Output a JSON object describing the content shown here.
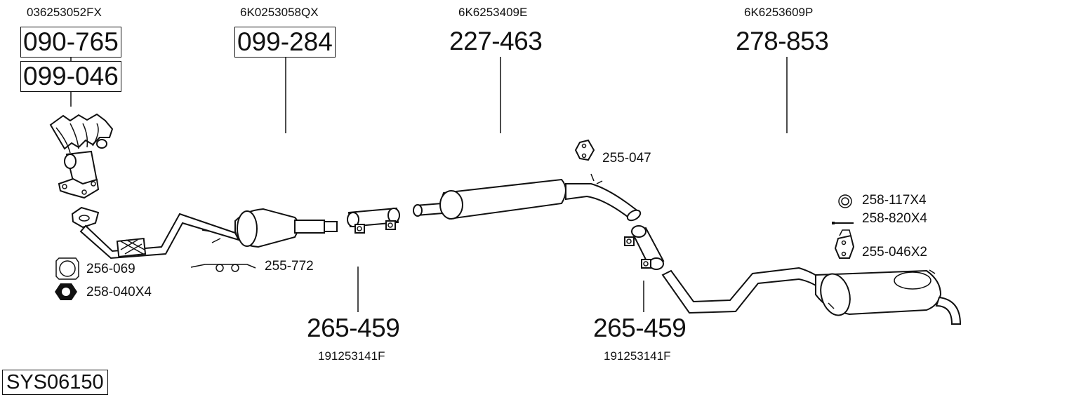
{
  "diagram": {
    "type": "exhaust-system-parts-diagram",
    "system_code": "SYS06150",
    "components": [
      {
        "id": "manifold-catalyst",
        "oem": "036253052FX",
        "part_numbers": [
          "090-765",
          "099-046"
        ],
        "boxed": true
      },
      {
        "id": "front-pipe-catalyst",
        "oem": "6K0253058QX",
        "part_numbers": [
          "099-284"
        ],
        "boxed": true
      },
      {
        "id": "middle-silencer",
        "oem": "6K6253409E",
        "part_numbers": [
          "227-463"
        ],
        "boxed": false
      },
      {
        "id": "rear-silencer",
        "oem": "6K6253609P",
        "part_numbers": [
          "278-853"
        ],
        "boxed": false
      },
      {
        "id": "clamp-1",
        "oem": "191253141F",
        "part_numbers": [
          "265-459"
        ],
        "boxed": false
      },
      {
        "id": "clamp-2",
        "oem": "191253141F",
        "part_numbers": [
          "265-459"
        ],
        "boxed": false
      }
    ],
    "accessories": [
      {
        "id": "gasket",
        "label": "256-069",
        "icon": "gasket-icon"
      },
      {
        "id": "nut",
        "label": "258-040X4",
        "icon": "hex-nut-icon"
      },
      {
        "id": "hanger-bracket",
        "label": "255-772",
        "icon": "bracket-icon"
      },
      {
        "id": "rubber-mount-1",
        "label": "255-047",
        "icon": "rubber-mount-icon"
      },
      {
        "id": "washer",
        "label": "258-117X4",
        "icon": "washer-icon"
      },
      {
        "id": "bolt",
        "label": "258-820X4",
        "icon": "bolt-icon"
      },
      {
        "id": "rubber-mount-2",
        "label": "255-046X2",
        "icon": "rubber-mount-icon"
      }
    ]
  }
}
